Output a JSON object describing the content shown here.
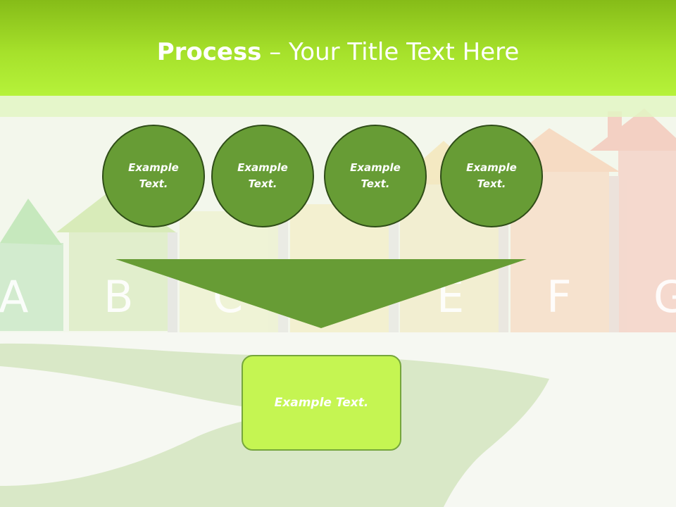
{
  "slide": {
    "title_bold": "Process",
    "title_rest": " – Your Title Text Here"
  },
  "background": {
    "house_letters": [
      "A",
      "B",
      "C",
      "E",
      "F",
      "G"
    ]
  },
  "circles": [
    {
      "text": "Example Text."
    },
    {
      "text": "Example Text."
    },
    {
      "text": "Example Text."
    },
    {
      "text": "Example Text."
    }
  ],
  "box": {
    "text": "Example Text."
  },
  "colors": {
    "header": "#a6e12b",
    "circle_fill": "#679c35",
    "circle_border": "#2f4d18",
    "arrow_fill": "#679c35",
    "box_fill": "#c5f552",
    "box_border": "#76a63c"
  }
}
